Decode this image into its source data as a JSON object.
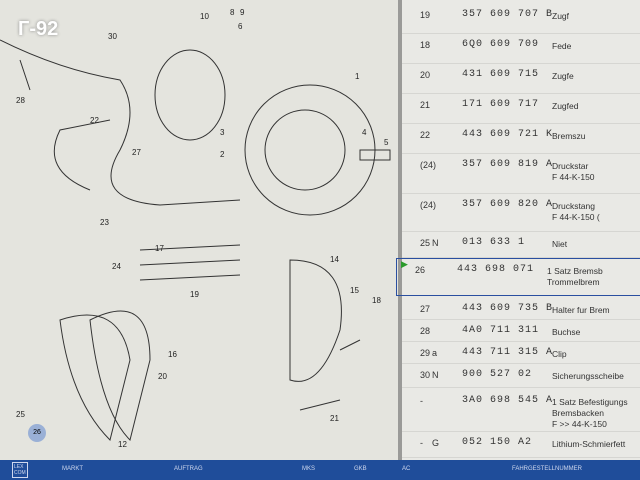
{
  "watermark": "Г-92",
  "diagram": {
    "labels": [
      "10",
      "8",
      "9",
      "6",
      "30",
      "28",
      "22",
      "27",
      "23",
      "1",
      "4",
      "5",
      "2",
      "3",
      "17",
      "24",
      "19",
      "15",
      "18",
      "16",
      "20",
      "25",
      "26",
      "12",
      "21",
      "14"
    ]
  },
  "parts": [
    {
      "pos": "19",
      "flag": "",
      "number": "357 609 707 B",
      "desc": [
        "Zugf"
      ]
    },
    {
      "pos": "18",
      "flag": "",
      "number": "6Q0 609 709",
      "desc": [
        "Fede"
      ]
    },
    {
      "pos": "20",
      "flag": "",
      "number": "431 609 715",
      "desc": [
        "Zugfe"
      ]
    },
    {
      "pos": "21",
      "flag": "",
      "number": "171 609 717",
      "desc": [
        "Zugfed"
      ]
    },
    {
      "pos": "22",
      "flag": "",
      "number": "443 609 721 K",
      "desc": [
        "Bremszu"
      ]
    },
    {
      "pos": "(24)",
      "flag": "",
      "number": "357 609 819 A",
      "desc": [
        "Druckstar",
        "F 44-K-150"
      ]
    },
    {
      "pos": "(24)",
      "flag": "",
      "number": "357 609 820 A",
      "desc": [
        "Druckstang",
        "F 44-K-150 ("
      ]
    },
    {
      "pos": "25",
      "flag": "N",
      "number": "013 633 1",
      "desc": [
        "Niet"
      ]
    },
    {
      "pos": "26",
      "flag": "",
      "number": "443 698 071",
      "desc": [
        "1 Satz Bremsb",
        "Trommelbrem"
      ]
    },
    {
      "pos": "27",
      "flag": "",
      "number": "443 609 735 B",
      "desc": [
        "Halter fur Brem"
      ]
    },
    {
      "pos": "28",
      "flag": "",
      "number": "4A0 711 311",
      "desc": [
        "Buchse"
      ]
    },
    {
      "pos": "29",
      "flag": "a",
      "number": "443 711 315 A",
      "desc": [
        "Clip"
      ]
    },
    {
      "pos": "30",
      "flag": "N",
      "number": "900 527 02",
      "desc": [
        "Sicherungsscheibe"
      ]
    },
    {
      "pos": "-",
      "flag": "",
      "number": "3A0 698 545 A",
      "desc": [
        "1 Satz Befestigungs",
        "Bremsbacken",
        "F          >> 44-K-150"
      ]
    },
    {
      "pos": "-",
      "flag": "G",
      "number": "052 150 A2",
      "desc": [
        "Lithium-Schmierfett"
      ]
    }
  ],
  "bottombar": {
    "logo": [
      "LEX",
      "COM"
    ],
    "items": [
      "MARKT",
      "AUFTRAG",
      "MKS",
      "GKB",
      "AC",
      "FAHRGESTELLNUMMER"
    ]
  },
  "colors": {
    "bar": "#1f4d9a",
    "selection": "#2a4fa0",
    "arrow": "#2a9a2a"
  }
}
